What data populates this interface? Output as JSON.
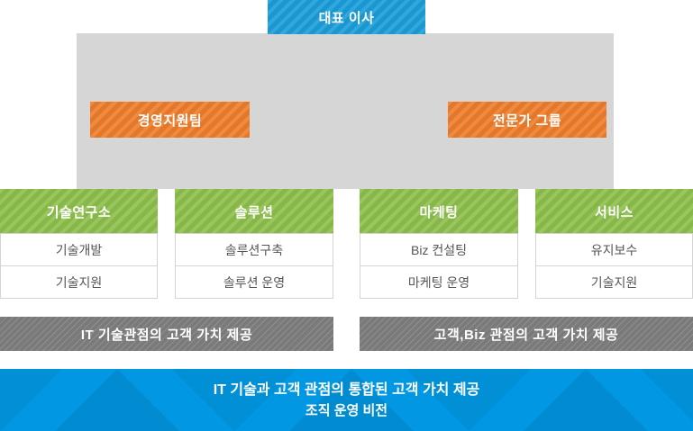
{
  "palette": {
    "ceo_blue": "#1b9dd9",
    "staff_orange": "#ee7d2b",
    "division_green": "#8dbf4b",
    "backdrop_gray": "#d6d6d6",
    "value_bar_gray": "#7a7a7a",
    "vision_blue": "#0197e2"
  },
  "org_chart": {
    "ceo": {
      "label": "대표 이사"
    },
    "staff_teams": [
      {
        "label": "경영지원팀"
      },
      {
        "label": "전문가 그룹"
      }
    ],
    "divisions": [
      {
        "label": "기술연구소",
        "teams": [
          "기술개발",
          "기술지원"
        ]
      },
      {
        "label": "솔루션",
        "teams": [
          "솔루션구축",
          "솔루션 운영"
        ]
      },
      {
        "label": "마케팅",
        "teams": [
          "Biz 컨설팅",
          "마케팅 운영"
        ]
      },
      {
        "label": "서비스",
        "teams": [
          "유지보수",
          "기술지원"
        ]
      }
    ],
    "value_bars": [
      {
        "label": "IT 기술관점의 고객 가치 제공"
      },
      {
        "label": "고객,Biz 관점의 고객 가치 제공"
      }
    ],
    "vision": {
      "line1": "IT 기술과 고객 관점의  통합된 고객 가치 제공",
      "line2": "조직 운영 비전"
    }
  }
}
